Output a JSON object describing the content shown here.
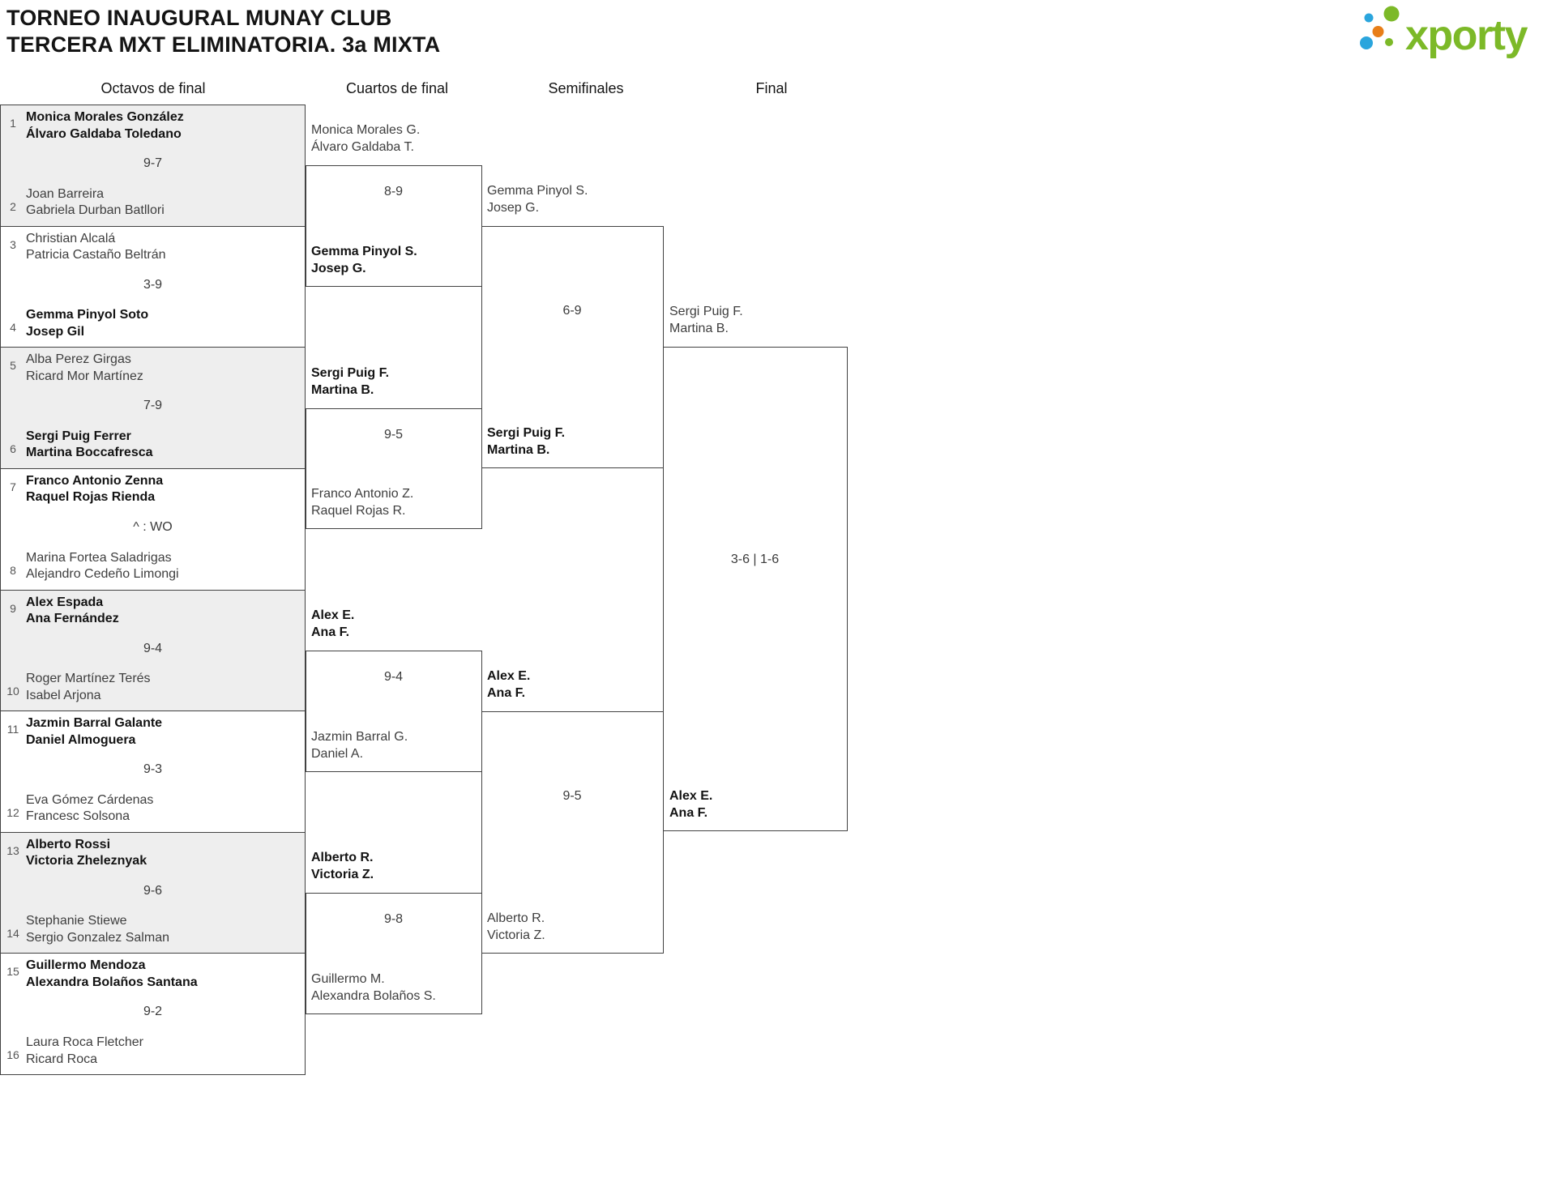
{
  "title": {
    "line1": "TORNEO INAUGURAL MUNAY CLUB",
    "line2": "TERCERA MXT ELIMINATORIA. 3a MIXTA"
  },
  "logo": {
    "text": "xporty",
    "green": "#7cb928",
    "blue": "#2aa5dd",
    "orange": "#e87e18"
  },
  "rounds": [
    "Octavos de final",
    "Cuartos de final",
    "Semifinales",
    "Final"
  ],
  "octavos": [
    {
      "seedA": "1",
      "teamA1": "Monica Morales González",
      "teamA2": "Álvaro Galdaba Toledano",
      "winA": true,
      "score": "9-7",
      "seedB": "2",
      "teamB1": "Joan Barreira",
      "teamB2": "Gabriela Durban Batllori",
      "winB": false
    },
    {
      "seedA": "3",
      "teamA1": "Christian Alcalá",
      "teamA2": "Patricia Castaño Beltrán",
      "winA": false,
      "score": "3-9",
      "seedB": "4",
      "teamB1": "Gemma Pinyol Soto",
      "teamB2": "Josep Gil",
      "winB": true
    },
    {
      "seedA": "5",
      "teamA1": "Alba Perez Girgas",
      "teamA2": "Ricard Mor Martínez",
      "winA": false,
      "score": "7-9",
      "seedB": "6",
      "teamB1": "Sergi Puig Ferrer",
      "teamB2": "Martina Boccafresca",
      "winB": true
    },
    {
      "seedA": "7",
      "teamA1": "Franco Antonio Zenna",
      "teamA2": "Raquel Rojas Rienda",
      "winA": true,
      "score": "^ : WO",
      "seedB": "8",
      "teamB1": "Marina Fortea Saladrigas",
      "teamB2": "Alejandro Cedeño Limongi",
      "winB": false
    },
    {
      "seedA": "9",
      "teamA1": "Alex Espada",
      "teamA2": "Ana Fernández",
      "winA": true,
      "score": "9-4",
      "seedB": "10",
      "teamB1": "Roger Martínez Terés",
      "teamB2": "Isabel Arjona",
      "winB": false
    },
    {
      "seedA": "11",
      "teamA1": "Jazmin Barral Galante",
      "teamA2": "Daniel Almoguera",
      "winA": true,
      "score": "9-3",
      "seedB": "12",
      "teamB1": "Eva Gómez Cárdenas",
      "teamB2": "Francesc Solsona",
      "winB": false
    },
    {
      "seedA": "13",
      "teamA1": "Alberto Rossi",
      "teamA2": "Victoria Zheleznyak",
      "winA": true,
      "score": "9-6",
      "seedB": "14",
      "teamB1": "Stephanie Stiewe",
      "teamB2": "Sergio Gonzalez Salman",
      "winB": false
    },
    {
      "seedA": "15",
      "teamA1": "Guillermo Mendoza",
      "teamA2": "Alexandra Bolaños Santana",
      "winA": true,
      "score": "9-2",
      "seedB": "16",
      "teamB1": "Laura Roca Fletcher",
      "teamB2": "Ricard Roca",
      "winB": false
    }
  ],
  "cuartos": [
    {
      "top1": "Monica Morales G.",
      "top2": "Álvaro Galdaba T.",
      "topWin": false,
      "score": "8-9",
      "bot1": "Gemma Pinyol S.",
      "bot2": "Josep G.",
      "botWin": true
    },
    {
      "top1": "Sergi Puig F.",
      "top2": "Martina B.",
      "topWin": true,
      "score": "9-5",
      "bot1": "Franco Antonio Z.",
      "bot2": "Raquel Rojas R.",
      "botWin": false
    },
    {
      "top1": "Alex E.",
      "top2": "Ana F.",
      "topWin": true,
      "score": "9-4",
      "bot1": "Jazmin Barral G.",
      "bot2": "Daniel A.",
      "botWin": false
    },
    {
      "top1": "Alberto R.",
      "top2": "Victoria Z.",
      "topWin": true,
      "score": "9-8",
      "bot1": "Guillermo M.",
      "bot2": "Alexandra Bolaños S.",
      "botWin": false
    }
  ],
  "semifinales": [
    {
      "top1": "Gemma Pinyol S.",
      "top2": "Josep G.",
      "topWin": false,
      "score": "6-9",
      "bot1": "Sergi Puig F.",
      "bot2": "Martina B.",
      "botWin": true
    },
    {
      "top1": "Alex E.",
      "top2": "Ana F.",
      "topWin": true,
      "score": "9-5",
      "bot1": "Alberto R.",
      "bot2": "Victoria Z.",
      "botWin": false
    }
  ],
  "final": {
    "top1": "Sergi Puig F.",
    "top2": "Martina B.",
    "topWin": false,
    "score": "3-6 | 1-6",
    "bot1": "Alex E.",
    "bot2": "Ana F.",
    "botWin": true
  }
}
